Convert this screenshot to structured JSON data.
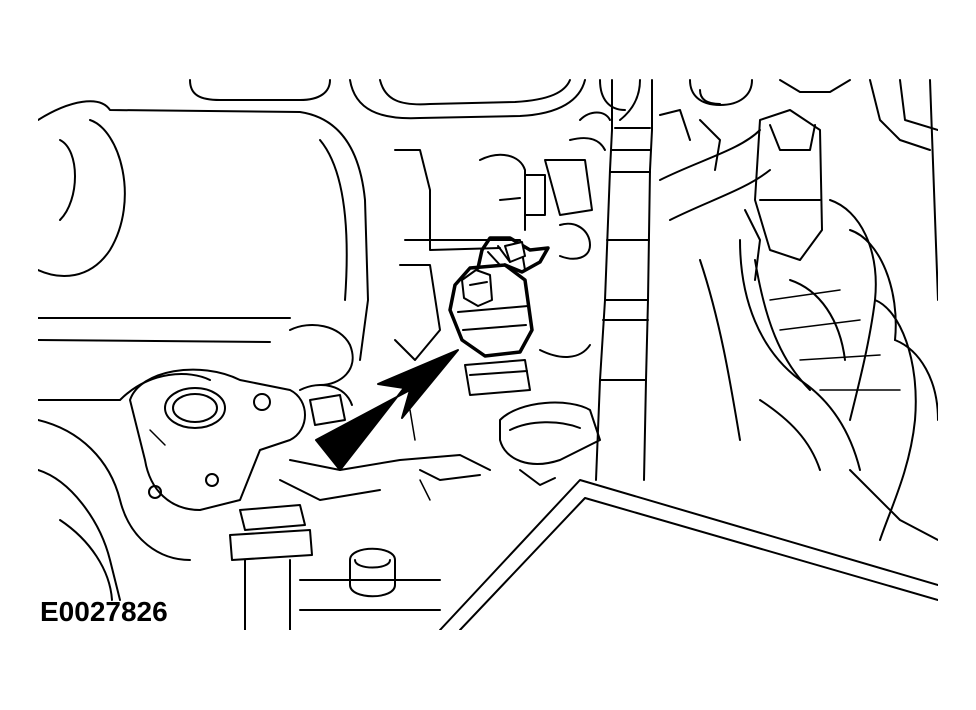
{
  "figure": {
    "id_label": "E0027826",
    "background": "#ffffff",
    "line_color": "#000000"
  },
  "callouts": [
    {
      "name": "arrow-pointer",
      "target": "sensor"
    }
  ]
}
